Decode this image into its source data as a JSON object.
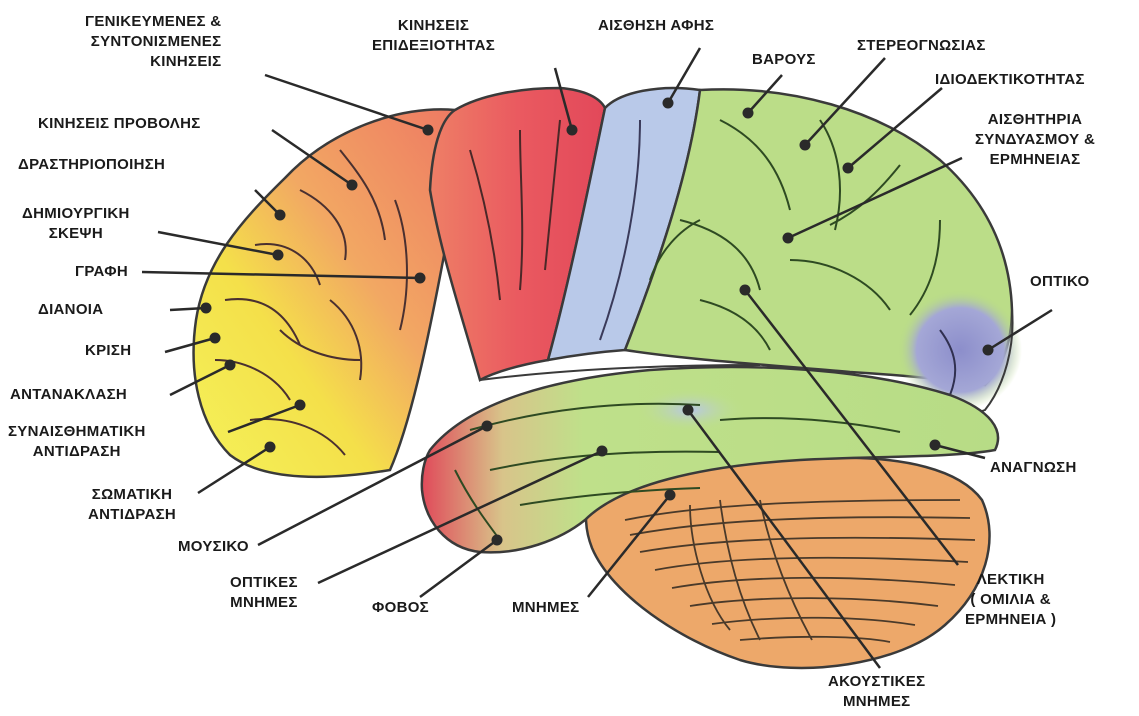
{
  "diagram": {
    "labels": {
      "genikeumenes": [
        "ΓΕΝΙΚΕΥΜΕΝΕΣ &",
        "ΣΥΝΤΟΝΙΣΜΕΝΕΣ",
        "ΚΙΝΗΣΕΙΣ"
      ],
      "kiniseis_epidexiotitas": [
        "ΚΙΝΗΣΕΙΣ",
        "ΕΠΙΔΕΞΙΟΤΗΤΑΣ"
      ],
      "aisthisi_afis": "ΑΙΣΘΗΣΗ ΑΦΗΣ",
      "varous": "ΒΑΡΟΥΣ",
      "stereognosias": "ΣΤΕΡΕΟΓΝΩΣΙΑΣ",
      "idiodektikotitas": "ΙΔΙΟΔΕΚΤΙΚΟΤΗΤΑΣ",
      "aisthitiria": [
        "ΑΙΣΘΗΤΗΡΙΑ",
        "ΣΥΝΔΥΑΣΜΟΥ &",
        "ΕΡΜΗΝΕΙΑΣ"
      ],
      "kiniseis_provolis": "ΚΙΝΗΣΕΙΣ ΠΡΟΒΟΛΗΣ",
      "drastiriopoiisi": "ΔΡΑΣΤΗΡΙΟΠΟΙΗΣΗ",
      "dimiourgiki_skepsi": [
        "ΔΗΜΙΟΥΡΓΙΚΗ",
        "ΣΚΕΨΗ"
      ],
      "grafi": "ΓΡΑΦΗ",
      "dianoia": "ΔΙΑΝΟΙΑ",
      "krisi": "ΚΡΙΣΗ",
      "antanaklasi": "ΑΝΤΑΝΑΚΛΑΣΗ",
      "synaisthimatiki": [
        "ΣΥΝΑΙΣΘΗΜΑΤΙΚΗ",
        "ΑΝΤΙΔΡΑΣΗ"
      ],
      "somatiki": [
        "ΣΩΜΑΤΙΚΗ",
        "ΑΝΤΙΔΡΑΣΗ"
      ],
      "mousiko": "ΜΟΥΣΙΚΟ",
      "optikes_mnimes": [
        "ΟΠΤΙΚΕΣ",
        "ΜΝΗΜΕΣ"
      ],
      "fovos": "ΦΟΒΟΣ",
      "mnimes": "ΜΝΗΜΕΣ",
      "akoustikes_mnimes": [
        "ΑΚΟΥΣΤΙΚΕΣ",
        "ΜΝΗΜΕΣ"
      ],
      "lektiki": [
        "ΛΕΚΤΙΚΗ",
        "( ΟΜΙΛΙΑ &",
        "ΕΡΜΗΝΕΙΑ )"
      ],
      "anagnosi": "ΑΝΑΓΝΩΣΗ",
      "optiko": "ΟΠΤΙΚΟ"
    },
    "colors": {
      "frontal_yellow": "#f4ef4a",
      "frontal_orange": "#f2a563",
      "motor_red": "#e8505c",
      "sensory_blue": "#b8c8e8",
      "parietal_green": "#b9dc86",
      "temporal_green": "#bfe08a",
      "occipital_purple": "#9a9ccf",
      "temporal_pole_red": "#e04858",
      "cerebellum_orange": "#eda86a",
      "outline": "#3a3a3a",
      "pointer": "#2a2a2a"
    }
  }
}
